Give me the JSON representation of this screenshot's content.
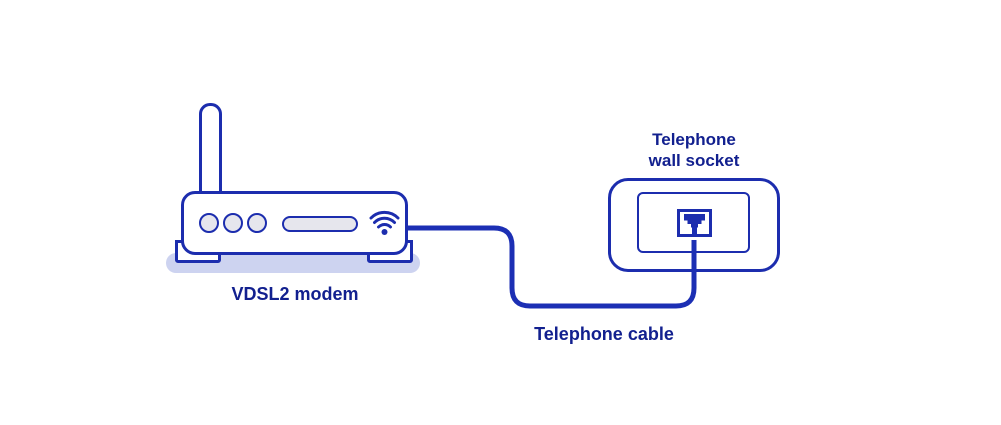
{
  "diagram": {
    "type": "connection-diagram",
    "background": "#ffffff",
    "colors": {
      "outline_blue": "#1c2dae",
      "cable_blue": "#1c2fb4",
      "label_navy": "#12208f",
      "device_fill": "#ffffff",
      "detail_fill": "#e6e6ed",
      "shadow_lavender": "#cdd3f0"
    },
    "modem": {
      "label": "VDSL2 modem",
      "icons": [
        "antenna-icon",
        "led-lights",
        "display-panel",
        "wifi-icon"
      ]
    },
    "wall_socket": {
      "label_lines": [
        "Telephone",
        "wall socket"
      ],
      "icons": [
        "rj11-jack-icon"
      ]
    },
    "cable": {
      "label": "Telephone cable"
    }
  }
}
